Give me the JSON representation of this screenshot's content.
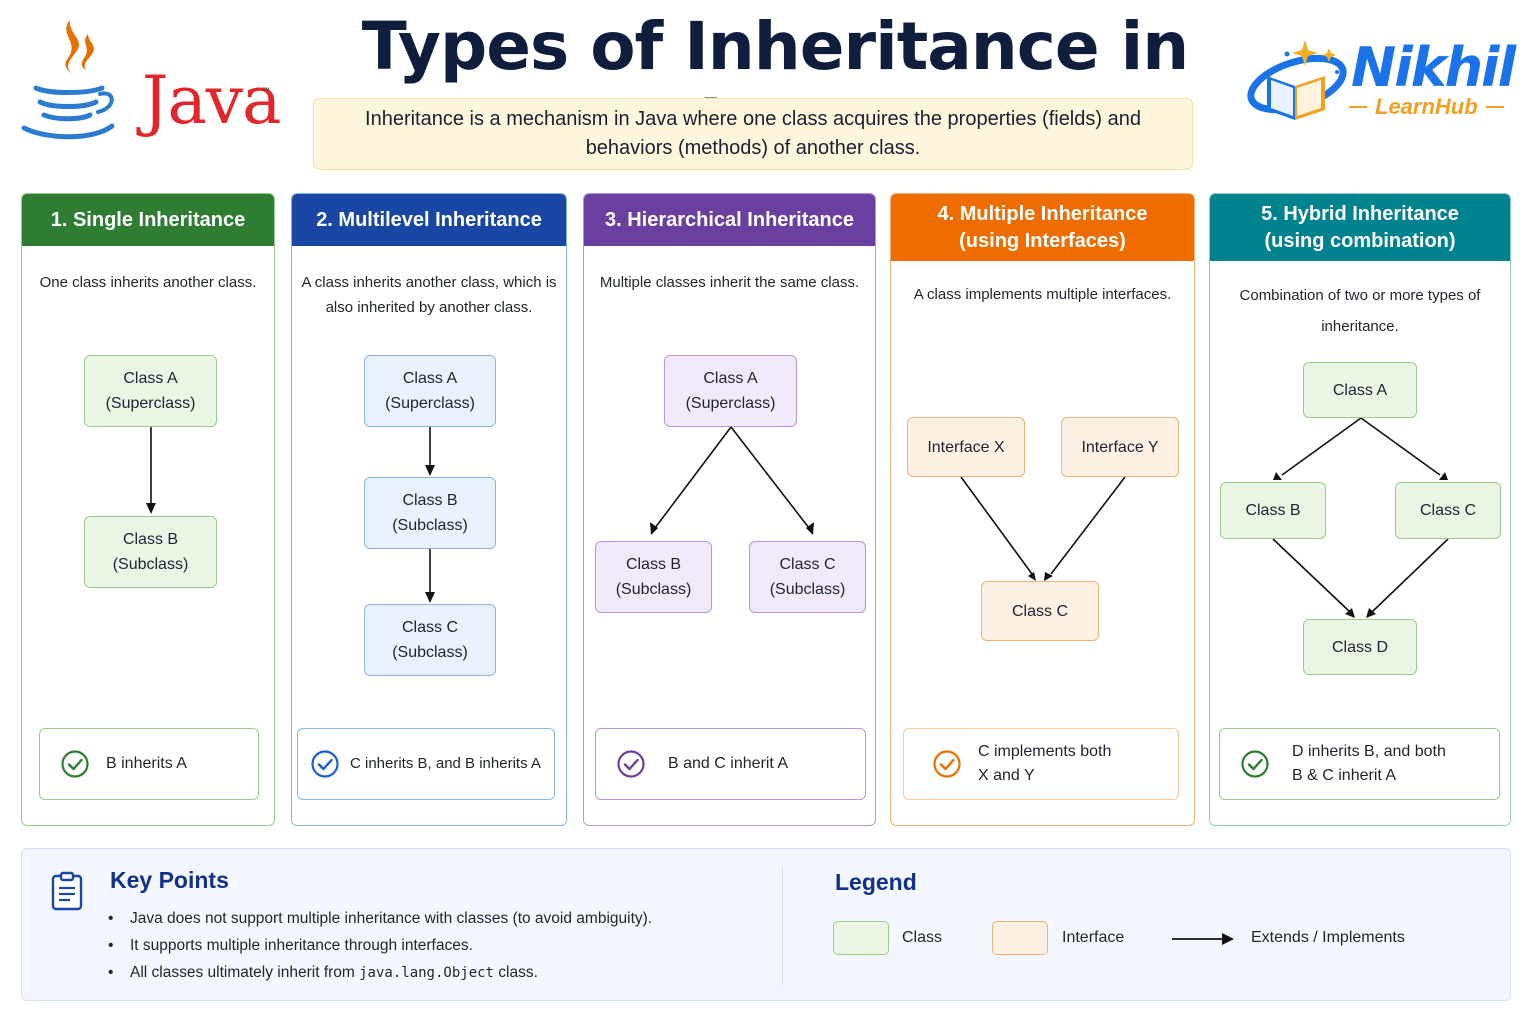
{
  "header": {
    "java_logo_text": "Java",
    "java_tm": "™",
    "title": "Types of Inheritance in Java",
    "intro": "Inheritance is a mechanism in Java where one class acquires the properties (fields) and behaviors (methods) of another class.",
    "brand_name": "Nikhil",
    "brand_sub": "LearnHub"
  },
  "colors": {
    "single": "#2e7d32",
    "multilevel": "#1a47a3",
    "hierarchical": "#6b3fa0",
    "multiple": "#ef6c00",
    "hybrid": "#00838f"
  },
  "single": {
    "title": "1. Single Inheritance",
    "desc": "One class inherits another class.",
    "nodes": [
      {
        "line1": "Class A",
        "line2": "(Superclass)"
      },
      {
        "line1": "Class B",
        "line2": "(Subclass)"
      }
    ],
    "summary": "B inherits A"
  },
  "multilevel": {
    "title": "2. Multilevel Inheritance",
    "desc": "A class inherits another class, which is also inherited by another class.",
    "nodes": [
      {
        "line1": "Class A",
        "line2": "(Superclass)"
      },
      {
        "line1": "Class B",
        "line2": "(Subclass)"
      },
      {
        "line1": "Class C",
        "line2": "(Subclass)"
      }
    ],
    "summary": "C inherits B, and B inherits A"
  },
  "hierarchical": {
    "title": "3. Hierarchical Inheritance",
    "desc": "Multiple classes inherit the same class.",
    "nodes": [
      {
        "line1": "Class A",
        "line2": "(Superclass)"
      },
      {
        "line1": "Class B",
        "line2": "(Subclass)"
      },
      {
        "line1": "Class C",
        "line2": "(Subclass)"
      }
    ],
    "summary": "B and C inherit A"
  },
  "multiple": {
    "title_line1": "4. Multiple Inheritance",
    "title_line2": "(using Interfaces)",
    "desc": "A class implements multiple interfaces.",
    "nodes": [
      "Interface X",
      "Interface Y",
      "Class C"
    ],
    "summary_line1": "C implements both",
    "summary_line2": "X and Y"
  },
  "hybrid": {
    "title_line1": "5. Hybrid Inheritance",
    "title_line2": "(using combination)",
    "desc": "Combination of two or more types of inheritance.",
    "nodes": [
      "Class A",
      "Class B",
      "Class C",
      "Class D"
    ],
    "summary_line1": "D inherits B, and both",
    "summary_line2": "B & C inherit A"
  },
  "key_points": {
    "title": "Key Points",
    "items": [
      "Java does not support multiple inheritance with classes (to avoid ambiguity).",
      "It supports multiple inheritance through interfaces."
    ],
    "item3_before": "All classes ultimately inherit from ",
    "item3_code": "java.lang.Object",
    "item3_after": " class."
  },
  "legend": {
    "title": "Legend",
    "class_label": "Class",
    "interface_label": "Interface",
    "arrow_label": "Extends / Implements"
  }
}
